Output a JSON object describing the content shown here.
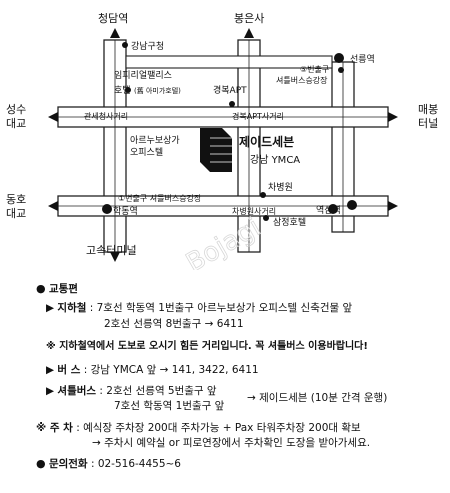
{
  "map": {
    "station_top_left": "청담역",
    "station_top_right": "봉은사",
    "label_gangnam_office": "강남구청",
    "label_imperial": "임피리얼팰리스",
    "label_imperial2": "호텔",
    "label_imperial3": "(舊 아미가호텔)",
    "label_gyeongbok": "경복APT",
    "label_arno1": "아르누보상가",
    "label_arno2": "오피스텔",
    "label_seolleung": "선릉역",
    "label_seolleung_exit": "⑤번출구",
    "label_seolleung_shuttle": "셔틀버스승강장",
    "label_seongsu": "성수",
    "label_daegyo": "대교",
    "label_kwanse": "관세청사거리",
    "label_gyeongbok_cross": "경복APT사거리",
    "label_maebong": "매봉",
    "label_tunnel": "터널",
    "label_cheibdesevn": "제이드세븐",
    "label_gangnam_ymca": "강남 YMCA",
    "label_chabyongwon": "차병원",
    "label_donghobridge1": "동호",
    "label_donghobridge2": "대교",
    "label_hakdong_exit": "①번출구 셔틀버스승강장",
    "label_hakdong": "학동역",
    "label_chabyongwon_cross": "차병원사거리",
    "label_yeoksam": "역삼역",
    "label_samjeong": "삼정호텔",
    "label_express": "고속터미널",
    "watermark": "Bojagi"
  },
  "info": {
    "traffic_title": "교통편",
    "subway_label": "지하철",
    "subway_line1": ": 7호선 학동역 1번출구 아르누보상가 오피스텔 신축건물 앞",
    "subway_line2": "2호선 선릉역 8번출구 → 6411",
    "notice": "※ 지하철역에서 도보로 오시기 힘든 거리입니다. 꼭 셔틀버스 이용바랍니다!",
    "bus_label": "버  스",
    "bus_line": ": 강남 YMCA 앞 → 141, 3422, 6411",
    "shuttle_label": "셔틀버스",
    "shuttle_line1": ": 2호선 선릉역 5번출구 앞",
    "shuttle_line2": "7호선 학동역 1번출구 앞",
    "shuttle_dest": "→ 제이드세븐 (10분 간격 운행)",
    "parking_label": "※ 주  차",
    "parking_line1": ": 예식장 주차장 200대 주차가능 + Pax 타워주차장 200대 확보",
    "parking_line2": "→ 주차시 예약실 or 피로연장에서 주차확인 도장을 받아가세요.",
    "phone_label": "문의전화",
    "phone_value": ": 02-516-4455~6"
  }
}
